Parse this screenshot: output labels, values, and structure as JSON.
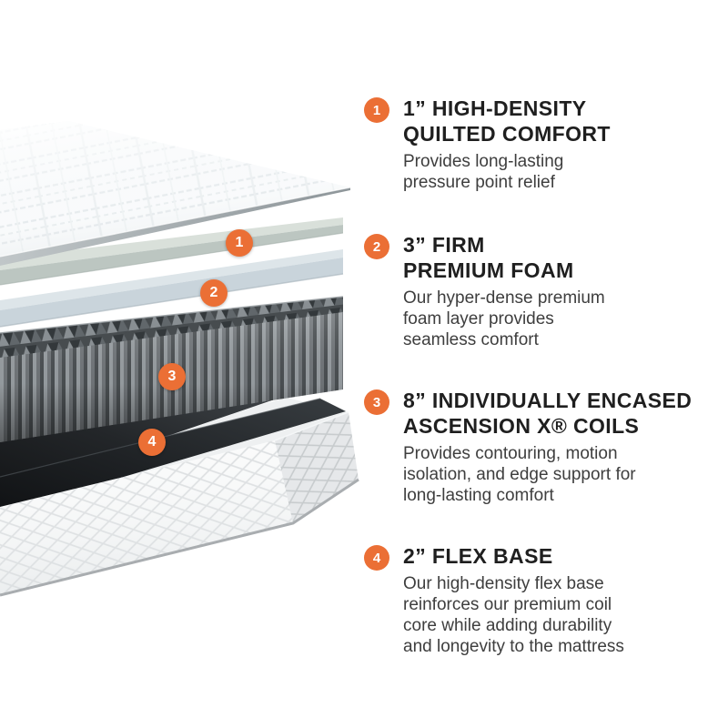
{
  "accent": "#EB6F35",
  "diagram": {
    "description": "Exploded cutaway view of mattress layers",
    "markers": [
      {
        "label": "1"
      },
      {
        "label": "2"
      },
      {
        "label": "3"
      },
      {
        "label": "4"
      }
    ]
  },
  "sections": [
    {
      "number": "1",
      "title_lines": [
        "1” HIGH-DENSITY",
        "QUILTED COMFORT"
      ],
      "body_lines": [
        "Provides long-lasting",
        "pressure point relief"
      ]
    },
    {
      "number": "2",
      "title_lines": [
        "3” FIRM",
        "PREMIUM FOAM"
      ],
      "body_lines": [
        "Our hyper-dense premium",
        "foam layer provides",
        "seamless comfort"
      ]
    },
    {
      "number": "3",
      "title_lines": [
        "8” INDIVIDUALLY ENCASED",
        "ASCENSION X® COILS"
      ],
      "body_lines": [
        "Provides contouring, motion",
        "isolation, and edge support for",
        "long-lasting comfort"
      ]
    },
    {
      "number": "4",
      "title_lines": [
        "2” FLEX BASE"
      ],
      "body_lines": [
        "Our high-density flex base",
        "reinforces our premium coil",
        "core while adding durability",
        "and longevity to the mattress"
      ]
    }
  ]
}
